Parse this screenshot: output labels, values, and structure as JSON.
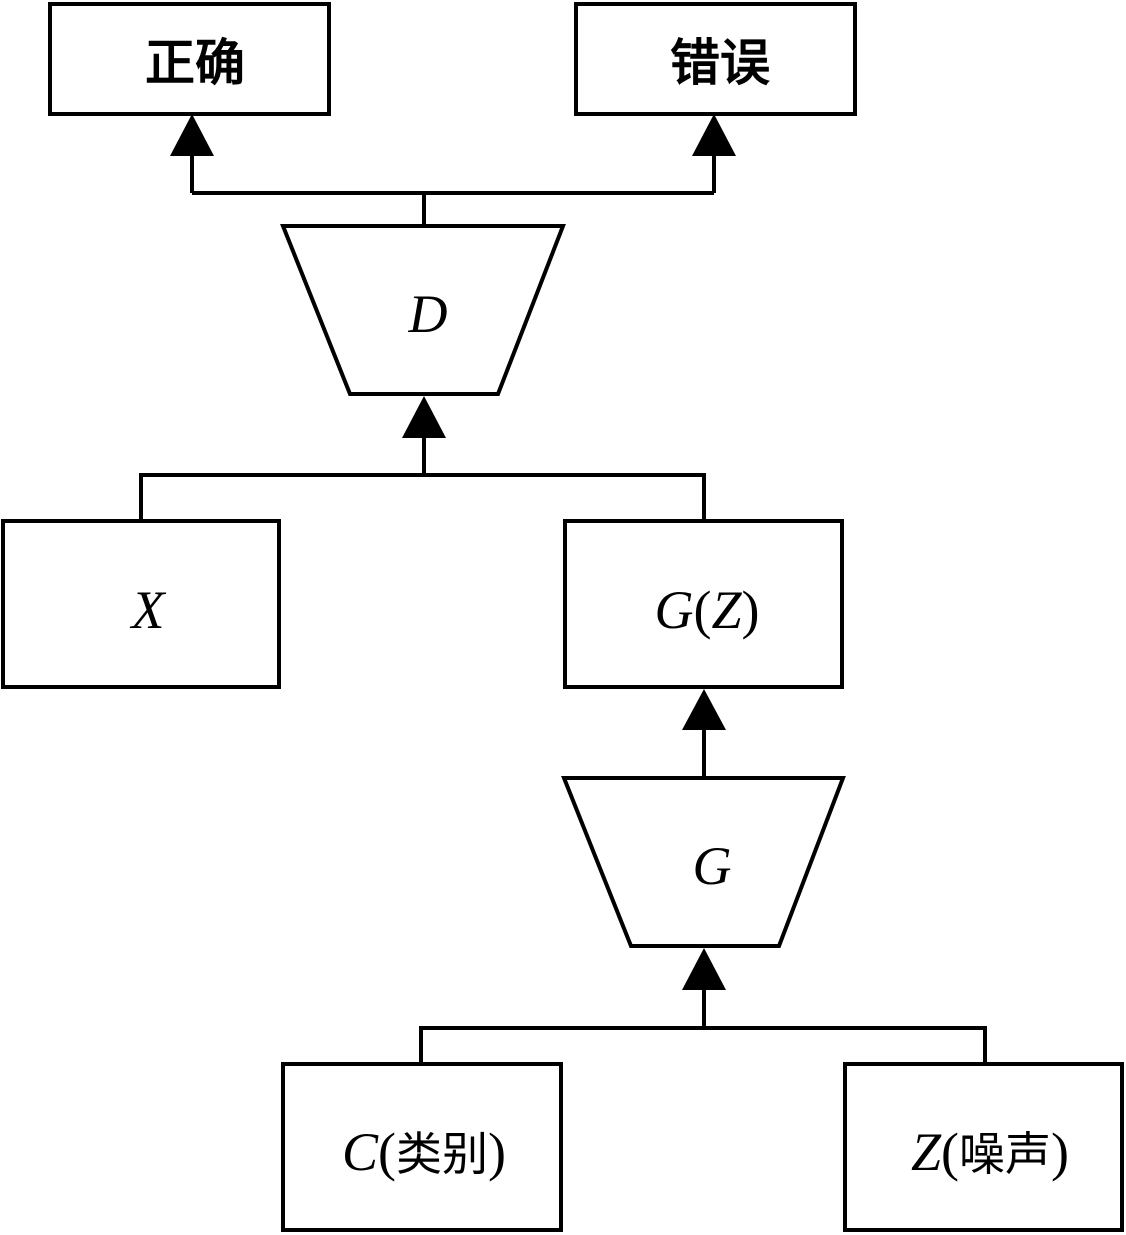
{
  "outputs": {
    "correct_label": "正确",
    "wrong_label": "错误"
  },
  "discriminator": {
    "label": "D"
  },
  "generator": {
    "label": "G"
  },
  "inputs": {
    "real_label": "X",
    "generated": {
      "func": "G",
      "open": "(",
      "arg": "Z",
      "close": ")"
    },
    "class": {
      "var": "C",
      "open": "(",
      "text": "类别",
      "close": ")"
    },
    "noise": {
      "var": "Z",
      "open": "(",
      "text": "噪声",
      "close": ")"
    }
  }
}
